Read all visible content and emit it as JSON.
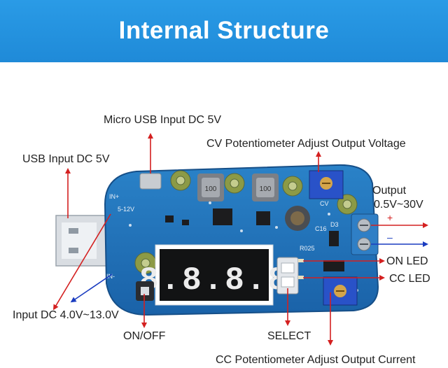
{
  "header": {
    "title": "Internal Structure"
  },
  "labels": {
    "micro_usb": "Micro USB Input DC 5V",
    "cv_pot": "CV Potentiometer Adjust Output Voltage",
    "usb_input": "USB Input DC 5V",
    "output_title": "Output",
    "output_range": "0.5V~30V",
    "plus": "+",
    "minus": "–",
    "on_led": "ON LED",
    "cc_led": "CC LED",
    "input_dc": "Input DC 4.0V~13.0V",
    "on_off": "ON/OFF",
    "select": "SELECT",
    "cc_pot": "CC Potentiometer Adjust Output Current"
  },
  "board_markings": {
    "display": "8.8.8.8",
    "cv": "CV",
    "in_plus": "IN+",
    "in_minus": "IN-",
    "volt_range": "5-12V",
    "inductor": "100",
    "r025": "R025",
    "c16": "C16",
    "d3": "D3"
  },
  "colors": {
    "banner": "#1f8ad8",
    "pcb": "#1e6fb5",
    "arrow_red": "#d42020",
    "arrow_blue": "#1a3cc0"
  }
}
